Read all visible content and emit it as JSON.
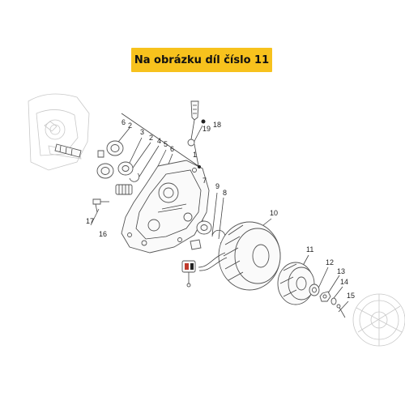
{
  "banner": {
    "text": "Na obrázku díl číslo 11"
  },
  "callouts": {
    "c1": "1",
    "c2a": "2",
    "c2b": "2",
    "c3": "3",
    "c4": "4",
    "c5": "5",
    "c6a": "6",
    "c6b": "6",
    "c7": "7",
    "c8": "8",
    "c9": "9",
    "c10": "10",
    "c11": "11",
    "c12": "12",
    "c13": "13",
    "c14": "14",
    "c15": "15",
    "c16": "16",
    "c17": "17",
    "c18": "18",
    "c19": "19"
  },
  "colors": {
    "banner": "#f7c21d",
    "connector": "#c0392b"
  }
}
